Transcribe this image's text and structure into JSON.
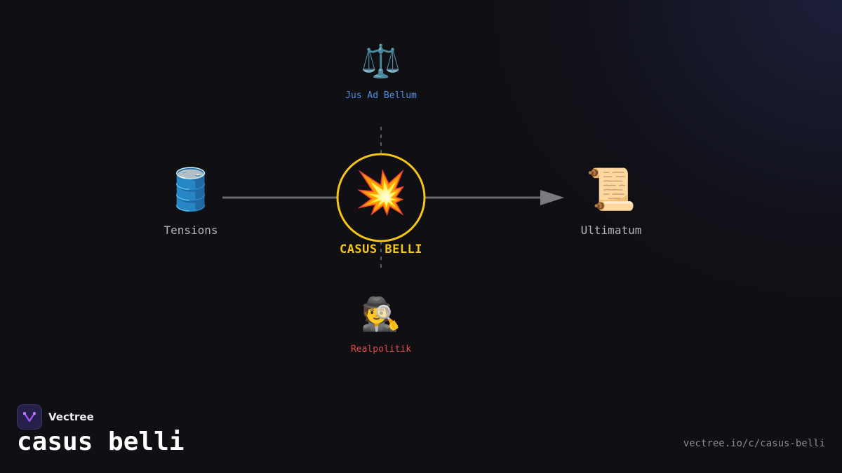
{
  "diagram": {
    "center": {
      "label": "CASUS BELLI",
      "icon": "💥",
      "icon_name": "collision-icon",
      "ring_color": "#f5c518"
    },
    "left": {
      "label": "Tensions",
      "icon": "🛢️",
      "icon_name": "oil-drum-icon"
    },
    "right": {
      "label": "Ultimatum",
      "icon": "📜",
      "icon_name": "scroll-icon"
    },
    "top": {
      "label": "Jus Ad Bellum",
      "icon": "⚖️",
      "icon_name": "balance-scale-icon",
      "color": "#4a90e2"
    },
    "bottom": {
      "label": "Realpolitik",
      "icon": "🕵️",
      "icon_name": "detective-icon",
      "color": "#e04848"
    }
  },
  "footer": {
    "brand": "Vectree",
    "title": "casus belli",
    "url": "vectree.io/c/casus-belli"
  }
}
